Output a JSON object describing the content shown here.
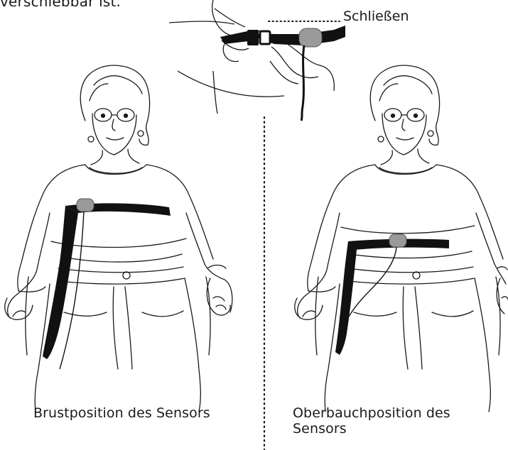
{
  "intro_text_fragment": "verschiebbar ist.",
  "callout": {
    "close_label": "Schließen"
  },
  "captions": {
    "left": "Brustposition des Sensors",
    "right": "Oberbauchposition des Sensors"
  },
  "colors": {
    "line": "#1a1a1a",
    "strap": "#111111",
    "sensor": "#9a9a9a"
  }
}
